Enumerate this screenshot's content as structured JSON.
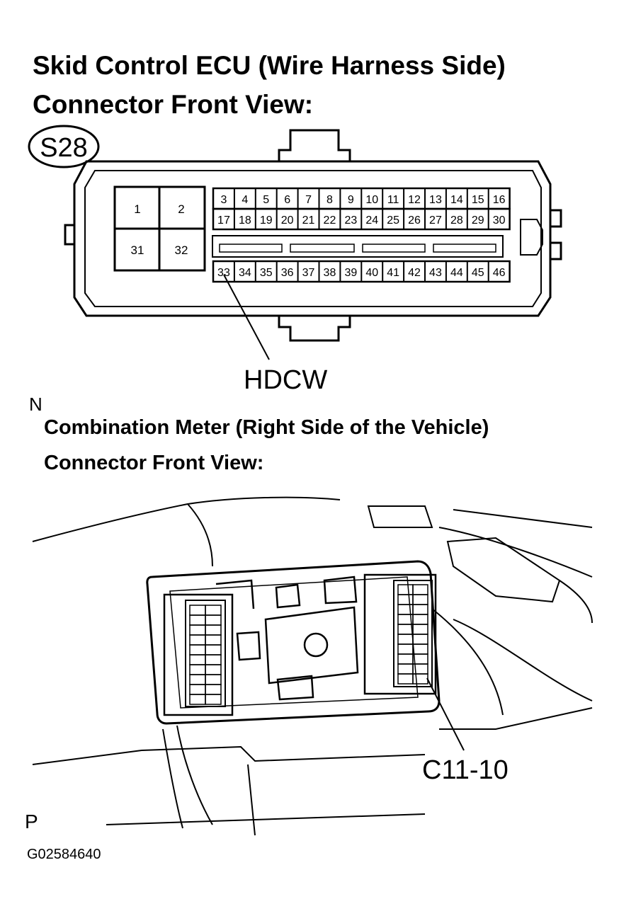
{
  "diagram_a": {
    "title_line1": "Skid Control ECU (Wire Harness Side)",
    "title_line2": "Connector Front View:",
    "connector_code": "S28",
    "large_pins": [
      "1",
      "2",
      "31",
      "32"
    ],
    "pin_row1": [
      "3",
      "4",
      "5",
      "6",
      "7",
      "8",
      "9",
      "10",
      "11",
      "12",
      "13",
      "14",
      "15",
      "16"
    ],
    "pin_row2": [
      "17",
      "18",
      "19",
      "20",
      "21",
      "22",
      "23",
      "24",
      "25",
      "26",
      "27",
      "28",
      "29",
      "30"
    ],
    "pin_row3": [
      "33",
      "34",
      "35",
      "36",
      "37",
      "38",
      "39",
      "40",
      "41",
      "42",
      "43",
      "44",
      "45",
      "46"
    ],
    "callout_label": "HDCW"
  },
  "section_letter_n": "N",
  "diagram_b": {
    "title_line1": "Combination Meter (Right Side of the Vehicle)",
    "title_line2": "Connector Front View:",
    "callout_label": "C11-10"
  },
  "section_letter_p": "P",
  "figure_id": "G02584640"
}
